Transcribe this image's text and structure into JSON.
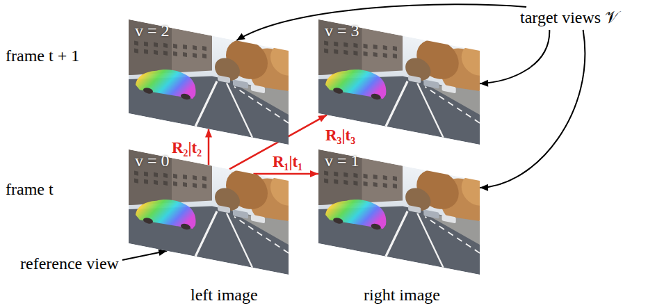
{
  "diagram": {
    "nodes": [
      {
        "text": [
          "v = 2"
        ]
      },
      {
        "text": [
          "v = 3"
        ]
      },
      {
        "text": [
          "target views 𝒱"
        ]
      },
      {
        "text": [
          "v = 0"
        ]
      },
      {
        "text": [
          "v = 1"
        ]
      },
      {
        "text": [
          "reference view"
        ]
      }
    ],
    "edges": [
      {
        "from": 3,
        "to": 0,
        "arrow": "to",
        "label": "R₂|t₂"
      },
      {
        "from": 3,
        "to": 1,
        "arrow": "to",
        "label": "R₃|t₃"
      },
      {
        "from": 3,
        "to": 4,
        "arrow": "to",
        "label": "R₁|t₁"
      },
      {
        "from": 2,
        "to": 0,
        "arrow": "to"
      },
      {
        "from": 2,
        "to": 1,
        "arrow": "to"
      },
      {
        "from": 2,
        "to": 4,
        "arrow": "to"
      },
      {
        "from": 5,
        "to": 3,
        "arrow": "to"
      }
    ],
    "labels": [
      "frame t + 1",
      "frame t",
      "left image",
      "right image"
    ]
  }
}
